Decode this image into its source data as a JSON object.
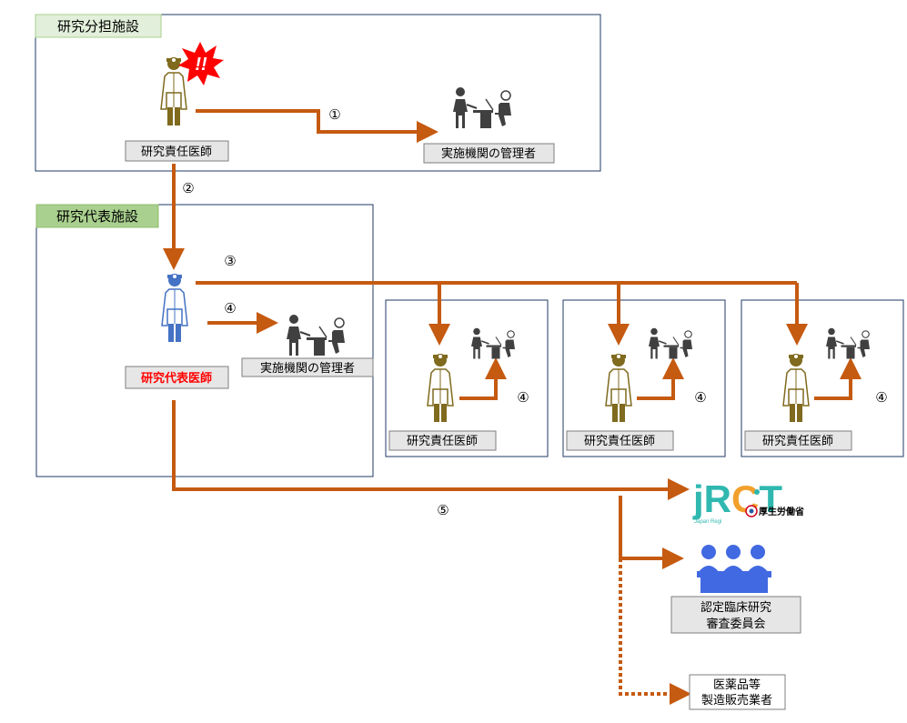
{
  "colors": {
    "arrow": "#c55a11",
    "doctor_olive": "#7f6a1e",
    "doctor_blue": "#4472c4",
    "admin_gray": "#404040",
    "label_fill": "#e7e6e6",
    "tab_fill": "#e2efda",
    "tab_fill_green": "#a9d08e",
    "box_border": "#1f3864",
    "alert": "#ff0000",
    "committee": "#4169e1"
  },
  "facilities": {
    "branch_title": "研究分担施設",
    "representative_title": "研究代表施設"
  },
  "labels": {
    "branch_doctor": "研究責任医師",
    "branch_admin": "実施機関の管理者",
    "rep_doctor": "研究代表医師",
    "rep_admin": "実施機関の管理者",
    "site_doctor_1": "研究責任医師",
    "site_doctor_2": "研究責任医師",
    "site_doctor_3": "研究責任医師",
    "committee_line1": "認定臨床研究",
    "committee_line2": "審査委員会",
    "manufacturer_line1": "医薬品等",
    "manufacturer_line2": "製造販売業者"
  },
  "steps": {
    "s1": "①",
    "s2": "②",
    "s3": "③",
    "s4a": "④",
    "s4b": "④",
    "s4c": "④",
    "s4d": "④",
    "s5": "⑤"
  },
  "jrct": {
    "logo_text": "jRCT",
    "sub_left": "Japan Regi",
    "ministry": "厚生労働省"
  },
  "alert_mark": "!!"
}
